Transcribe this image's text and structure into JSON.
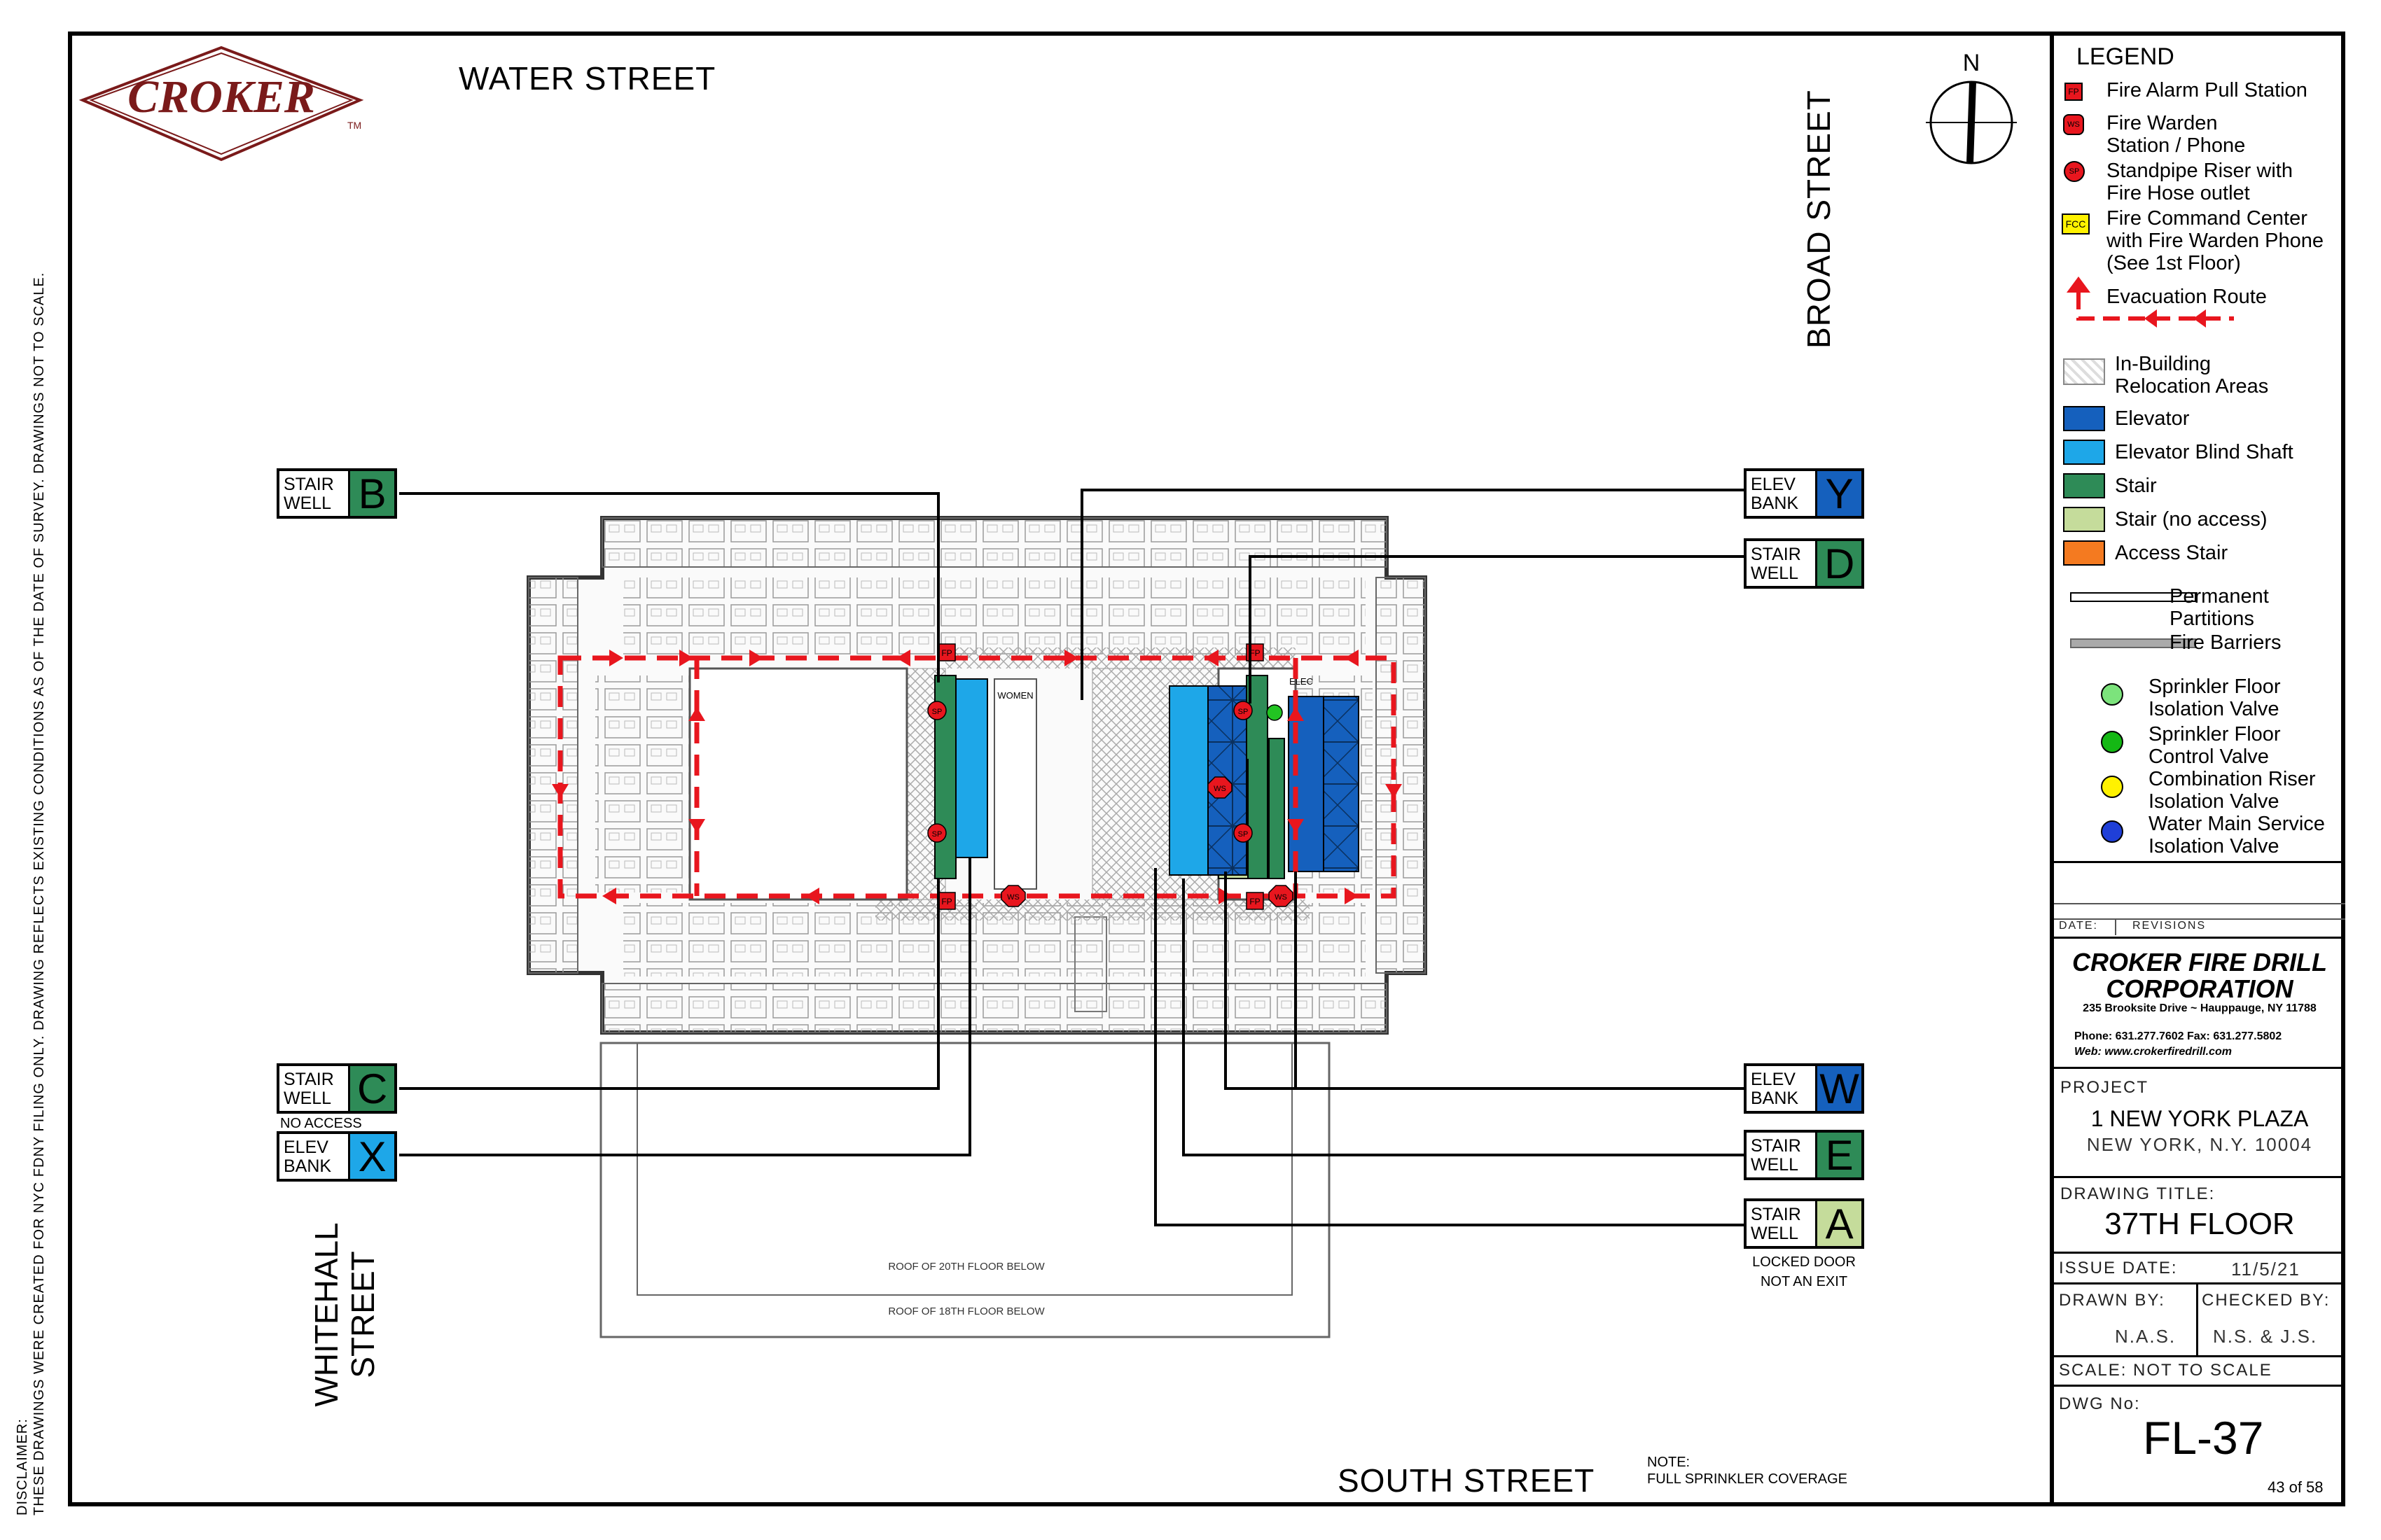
{
  "company_logo": "CROKER",
  "logo_tm": "TM",
  "streets": {
    "north": "WATER STREET",
    "east": "BROAD STREET",
    "south": "SOUTH STREET",
    "west": "WHITEHALL STREET"
  },
  "compass": "N",
  "disclaimer_line1": "DISCLAIMER:",
  "disclaimer_line2": "THESE DRAWINGS WERE CREATED FOR NYC FDNY FILING ONLY. DRAWING REFLECTS EXISTING CONDITIONS AS OF THE DATE OF SURVEY. DRAWINGS NOT TO SCALE.",
  "tags": {
    "b": {
      "line1": "STAIR",
      "line2": "WELL",
      "letter": "B",
      "color": "#2e8b57"
    },
    "c": {
      "line1": "STAIR",
      "line2": "WELL",
      "letter": "C",
      "color": "#2e8b57",
      "note": "NO ACCESS"
    },
    "x": {
      "line1": "ELEV",
      "line2": "BANK",
      "letter": "X",
      "color": "#1ea7e8"
    },
    "y": {
      "line1": "ELEV",
      "line2": "BANK",
      "letter": "Y",
      "color": "#1560bd"
    },
    "d": {
      "line1": "STAIR",
      "line2": "WELL",
      "letter": "D",
      "color": "#2e8b57"
    },
    "w": {
      "line1": "ELEV",
      "line2": "BANK",
      "letter": "W",
      "color": "#1560bd"
    },
    "e": {
      "line1": "STAIR",
      "line2": "WELL",
      "letter": "E",
      "color": "#2e8b57"
    },
    "a": {
      "line1": "STAIR",
      "line2": "WELL",
      "letter": "A",
      "color": "#c5dc9b",
      "note1": "LOCKED DOOR",
      "note2": "NOT AN EXIT"
    }
  },
  "plan_labels": {
    "roof20": "ROOF OF 20TH FLOOR BELOW",
    "roof18": "ROOF OF 18TH FLOOR BELOW",
    "fp": "FP",
    "sp": "SP",
    "ws": "WS",
    "women": "WOMEN",
    "elec": "ELEC"
  },
  "sprinkler_note1": "NOTE:",
  "sprinkler_note2": "FULL SPRINKLER COVERAGE",
  "legend": {
    "title": "LEGEND",
    "fp_symbol": "FP",
    "ws_symbol": "WS",
    "sp_symbol": "SP",
    "fcc_symbol": "FCC",
    "fire_alarm": "Fire Alarm Pull Station",
    "fire_warden_1": "Fire Warden",
    "fire_warden_2": "Station / Phone",
    "standpipe_1": "Standpipe Riser with",
    "standpipe_2": "Fire Hose outlet",
    "fcc_1": "Fire Command Center",
    "fcc_2": "with Fire Warden Phone",
    "fcc_3": "(See 1st Floor)",
    "evac": "Evacuation  Route",
    "relocation_1": "In-Building",
    "relocation_2": "Relocation Areas",
    "elevator": "Elevator",
    "blind_shaft": "Elevator Blind Shaft",
    "stair": "Stair",
    "stair_no_access": "Stair (no access)",
    "access_stair": "Access Stair",
    "partitions_1": "Permanent",
    "partitions_2": "Partitions",
    "fire_barriers": "Fire Barriers",
    "sfiv_1": "Sprinkler Floor",
    "sfiv_2": "Isolation Valve",
    "sfcv_1": "Sprinkler Floor",
    "sfcv_2": "Control Valve",
    "criv_1": "Combination Riser",
    "criv_2": "Isolation Valve",
    "wmsiv_1": "Water Main Service",
    "wmsiv_2": "Isolation Valve"
  },
  "colors": {
    "elevator": "#1560bd",
    "blind_shaft": "#1ea7e8",
    "stair": "#2e8b57",
    "stair_no_access": "#c5dc9b",
    "access_stair": "#f47a20",
    "evacuation": "#e8161e",
    "logo": "#7a1a1a"
  },
  "title_block": {
    "date_label": "DATE:",
    "revisions_label": "REVISIONS",
    "company_1": "CROKER FIRE DRILL",
    "company_2": "CORPORATION",
    "address": "235 Brooksite Drive ~ Hauppauge, NY 11788",
    "phone": "Phone: 631.277.7602  Fax: 631.277.5802",
    "web": "Web: www.crokerfiredrill.com",
    "project_label": "PROJECT",
    "project_name": "1 NEW YORK PLAZA",
    "project_city": "NEW YORK, N.Y. 10004",
    "drawing_title_label": "DRAWING TITLE:",
    "drawing_title": "37TH FLOOR",
    "issue_label": "ISSUE DATE:",
    "issue_date": "11/5/21",
    "drawn_label": "DRAWN BY:",
    "drawn_by": "N.A.S.",
    "checked_label": "CHECKED BY:",
    "checked_by": "N.S. & J.S.",
    "scale_label": "SCALE:",
    "scale_value": "NOT TO SCALE",
    "dwg_label": "DWG No:",
    "dwg_no": "FL-37",
    "sheet": "43 of 58"
  }
}
